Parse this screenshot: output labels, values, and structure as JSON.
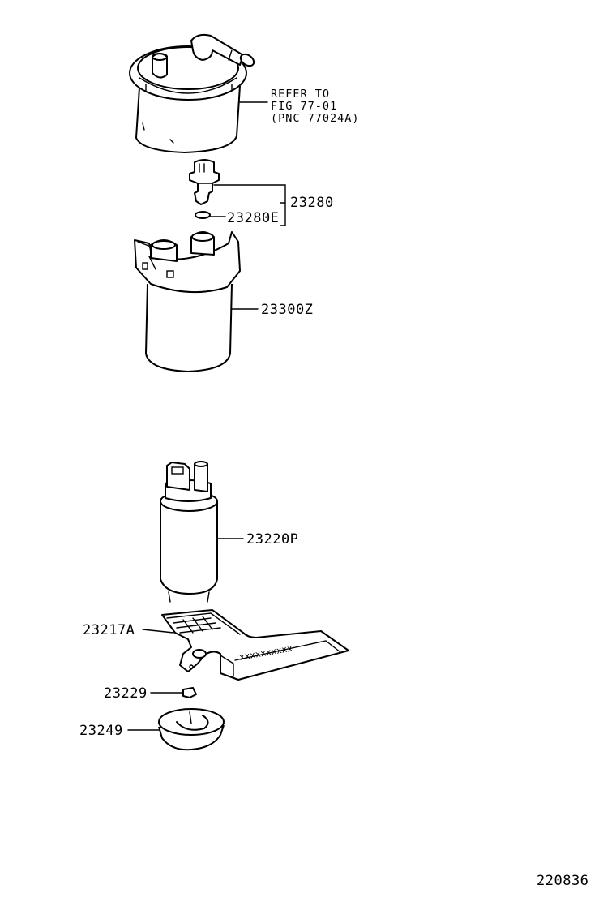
{
  "reference_note": {
    "line1": "REFER TO",
    "line2": "FIG 77-01",
    "line3": "(PNC 77024A)"
  },
  "parts": {
    "regulator": "23280",
    "regulator_oring": "23280E",
    "filter": "23300Z",
    "pump": "23220P",
    "strainer": "23217A",
    "clip": "23229",
    "cushion": "23249"
  },
  "figure_id": "220836"
}
